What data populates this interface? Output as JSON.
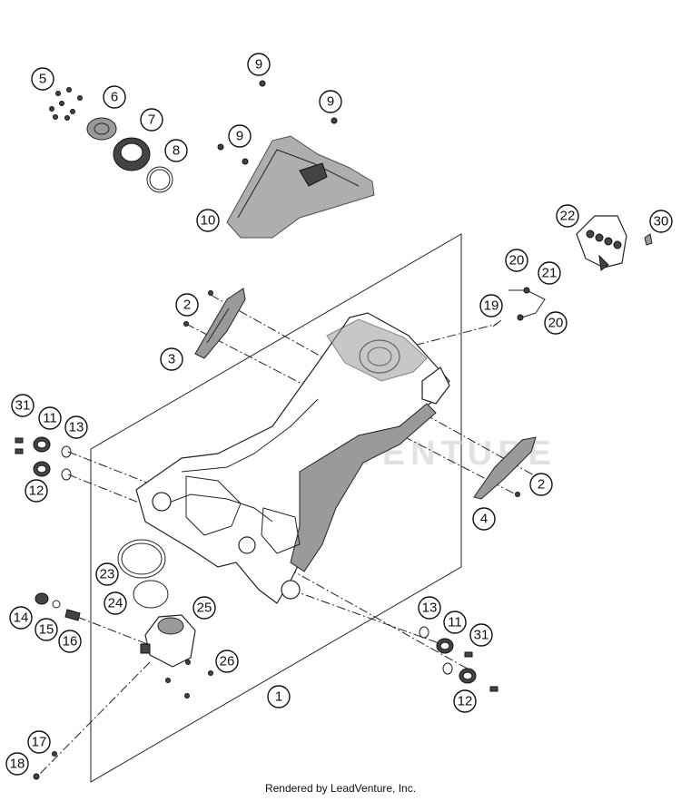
{
  "watermark": "LEADVENTURE",
  "footer": "Rendered by LeadVenture, Inc.",
  "callouts": [
    "1",
    "2",
    "2",
    "3",
    "4",
    "5",
    "6",
    "7",
    "8",
    "9",
    "9",
    "9",
    "10",
    "11",
    "11",
    "12",
    "12",
    "13",
    "13",
    "14",
    "15",
    "16",
    "17",
    "18",
    "19",
    "20",
    "20",
    "21",
    "22",
    "23",
    "24",
    "25",
    "26",
    "30",
    "31",
    "31"
  ]
}
